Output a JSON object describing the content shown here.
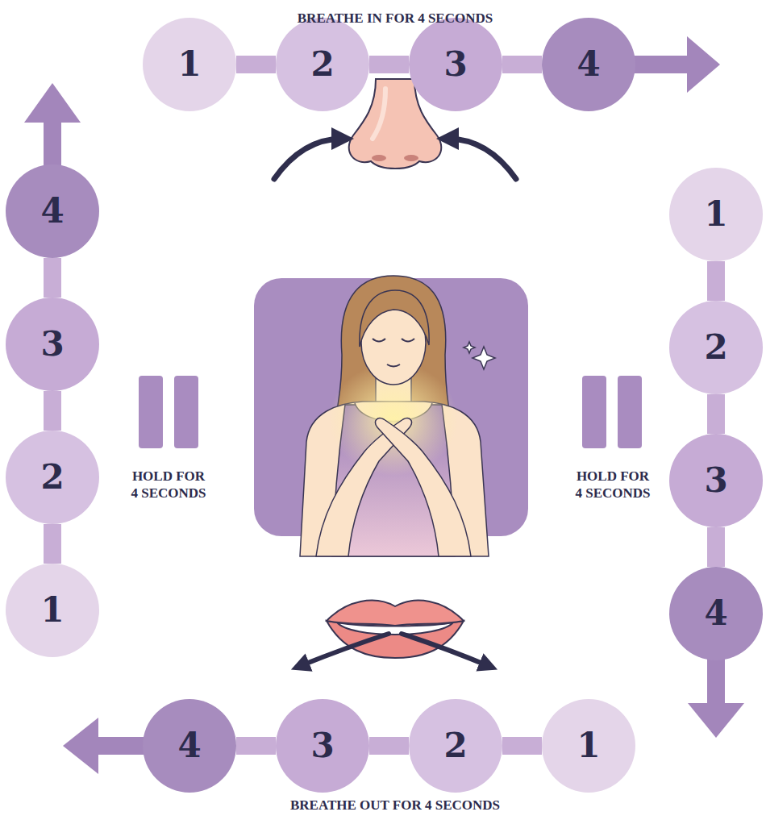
{
  "diagram": {
    "nodes": [
      {
        "text": [
          "1"
        ]
      },
      {
        "text": [
          "2"
        ]
      },
      {
        "text": [
          "3"
        ]
      },
      {
        "text": [
          "4"
        ]
      },
      {
        "text": [
          "1"
        ]
      },
      {
        "text": [
          "2"
        ]
      },
      {
        "text": [
          "3"
        ]
      },
      {
        "text": [
          "4"
        ]
      },
      {
        "text": [
          "1"
        ]
      },
      {
        "text": [
          "2"
        ]
      },
      {
        "text": [
          "3"
        ]
      },
      {
        "text": [
          "4"
        ]
      },
      {
        "text": [
          "1"
        ]
      },
      {
        "text": [
          "2"
        ]
      },
      {
        "text": [
          "3"
        ]
      },
      {
        "text": [
          "4"
        ]
      }
    ],
    "edges": [
      {
        "from": 0,
        "to": 1,
        "arrow": "none"
      },
      {
        "from": 1,
        "to": 2,
        "arrow": "none"
      },
      {
        "from": 2,
        "to": 3,
        "arrow": "none"
      },
      {
        "from": 4,
        "to": 5,
        "arrow": "none"
      },
      {
        "from": 5,
        "to": 6,
        "arrow": "none"
      },
      {
        "from": 6,
        "to": 7,
        "arrow": "none"
      },
      {
        "from": 8,
        "to": 9,
        "arrow": "none"
      },
      {
        "from": 9,
        "to": 10,
        "arrow": "none"
      },
      {
        "from": 10,
        "to": 11,
        "arrow": "none"
      },
      {
        "from": 12,
        "to": 13,
        "arrow": "none"
      },
      {
        "from": 13,
        "to": 14,
        "arrow": "none"
      },
      {
        "from": 14,
        "to": 15,
        "arrow": "none"
      }
    ],
    "labels": [
      "BREATHE IN FOR 4 SECONDS",
      "HOLD FOR 4 SECONDS",
      "BREATHE OUT FOR 4 SECONDS",
      "HOLD FOR 4 SECONDS"
    ]
  }
}
